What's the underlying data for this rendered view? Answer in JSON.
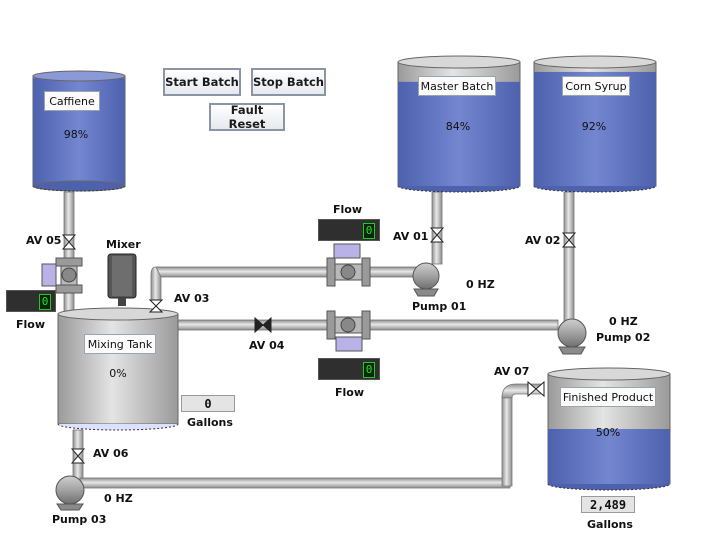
{
  "buttons": {
    "start_batch": "Start Batch",
    "stop_batch": "Stop Batch",
    "fault_reset": "Fault Reset"
  },
  "tanks": {
    "caffiene": {
      "name": "Caffiene",
      "percent": "98%",
      "level": 0.98
    },
    "master_batch": {
      "name": "Master Batch",
      "percent": "84%",
      "level": 0.84
    },
    "corn_syrup": {
      "name": "Corn Syrup",
      "percent": "92%",
      "level": 0.92
    },
    "mixing_tank": {
      "name": "Mixing Tank",
      "percent": "0%",
      "level": 0.0
    },
    "finished_product": {
      "name": "Finished Product",
      "percent": "50%",
      "level": 0.5
    }
  },
  "valves": {
    "av01": "AV 01",
    "av02": "AV 02",
    "av03": "AV 03",
    "av04": "AV 04",
    "av05": "AV 05",
    "av06": "AV 06",
    "av07": "AV 07"
  },
  "pumps": {
    "pump01": {
      "name": "Pump 01",
      "speed": "0 HZ"
    },
    "pump02": {
      "name": "Pump 02",
      "speed": "0 HZ"
    },
    "pump03": {
      "name": "Pump 03",
      "speed": "0 HZ"
    }
  },
  "equipment": {
    "mixer": "Mixer"
  },
  "flow_meters": {
    "top": {
      "label": "Flow",
      "value": "0"
    },
    "bottom": {
      "label": "Flow",
      "value": "0"
    },
    "left": {
      "label": "Flow",
      "value": "0"
    }
  },
  "readouts": {
    "mixing_gallons": {
      "value": "0",
      "unit": "Gallons"
    },
    "finished_gallons": {
      "value": "2,489",
      "unit": "Gallons"
    }
  },
  "colors": {
    "liquid": "#6a7fc8",
    "pipe": "#bdbdbd",
    "tank_empty": "#cfcfcf"
  }
}
